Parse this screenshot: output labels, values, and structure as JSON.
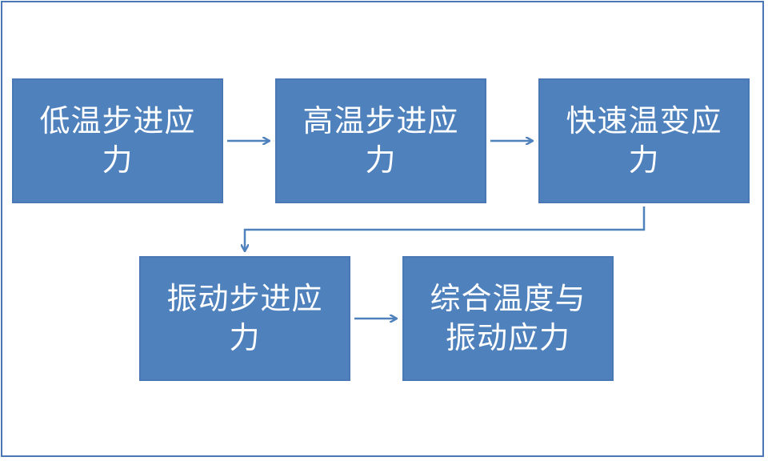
{
  "steps": {
    "step1": {
      "label": "低温步进应\n力"
    },
    "step2": {
      "label": "高温步进应\n力"
    },
    "step3": {
      "label": "快速温变应\n力"
    },
    "step4": {
      "label": "振动步进应\n力"
    },
    "step5": {
      "label": "综合温度与\n振动应力"
    }
  },
  "colors": {
    "box_fill": "#4f81bd",
    "box_border": "#4a78b5",
    "arrow": "#4f81bd",
    "text": "#ffffff"
  }
}
